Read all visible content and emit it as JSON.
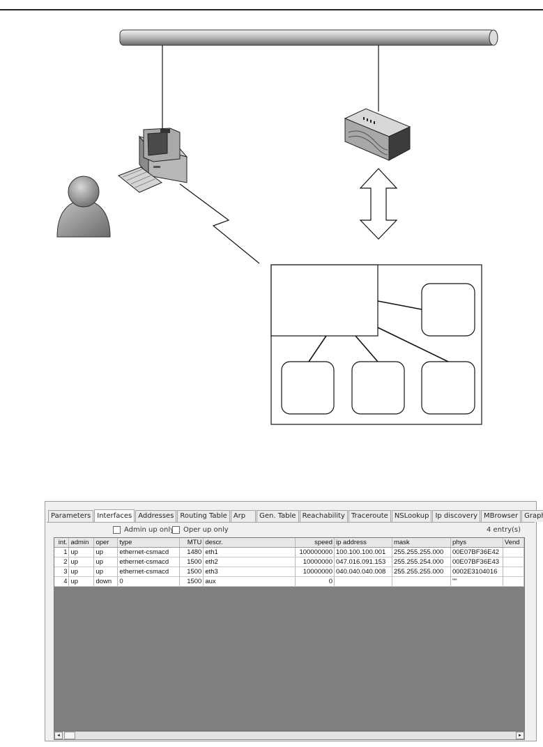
{
  "tabs": [
    "Parameters",
    "Interfaces",
    "Addresses",
    "Routing Table",
    "Arp",
    "Gen. Table",
    "Reachability",
    "Traceroute",
    "NSLookup",
    "Ip discovery",
    "MBrowser",
    "Graph"
  ],
  "active_tab": "Interfaces",
  "filters": {
    "admin_up_only": "Admin up only",
    "oper_up_only": "Oper up only"
  },
  "entry_count": "4 entry(s)",
  "table": {
    "columns": [
      "int.",
      "admin",
      "oper",
      "type",
      "MTU",
      "descr.",
      "speed",
      "ip address",
      "mask",
      "phys",
      "Vend"
    ],
    "rows": [
      [
        "1",
        "up",
        "up",
        "ethernet-csmacd",
        "1480",
        "eth1",
        "100000000",
        "100.100.100.001",
        "255.255.255.000",
        "00E07BF36E42",
        ""
      ],
      [
        "2",
        "up",
        "up",
        "ethernet-csmacd",
        "1500",
        "eth2",
        "10000000",
        "047.016.091.153",
        "255.255.254.000",
        "00E07BF36E43",
        ""
      ],
      [
        "3",
        "up",
        "up",
        "ethernet-csmacd",
        "1500",
        "eth3",
        "10000000",
        "040.040.040.008",
        "255.255.255.000",
        "0002E3104016",
        ""
      ],
      [
        "4",
        "up",
        "down",
        "0",
        "1500",
        "aux",
        "0",
        "",
        "",
        "\"\"",
        ""
      ]
    ]
  },
  "scrollbar": {
    "left_arrow": "◂",
    "right_arrow": "▸"
  },
  "colors": {
    "grid_empty": "#808080",
    "window_bg": "#f0f0f0"
  },
  "diagram_icons": [
    "network-bus-icon",
    "workstation-icon",
    "keyboard-icon",
    "user-icon",
    "router-icon",
    "bidirectional-arrow-icon",
    "wireless-link-icon",
    "device-tree-icon"
  ]
}
